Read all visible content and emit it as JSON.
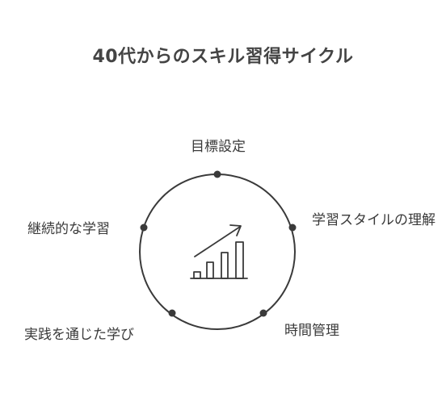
{
  "title": "40代からのスキル習得サイクル",
  "cycle_steps": [
    {
      "label": "目標設定"
    },
    {
      "label": "学習スタイルの理解"
    },
    {
      "label": "時間管理"
    },
    {
      "label": "実践を通じた学び"
    },
    {
      "label": "継続的な学習"
    }
  ],
  "center_icon": "growth-chart-icon",
  "colors": {
    "stroke": "#3a3a3a",
    "text": "#3a3a3a",
    "background": "#ffffff"
  }
}
